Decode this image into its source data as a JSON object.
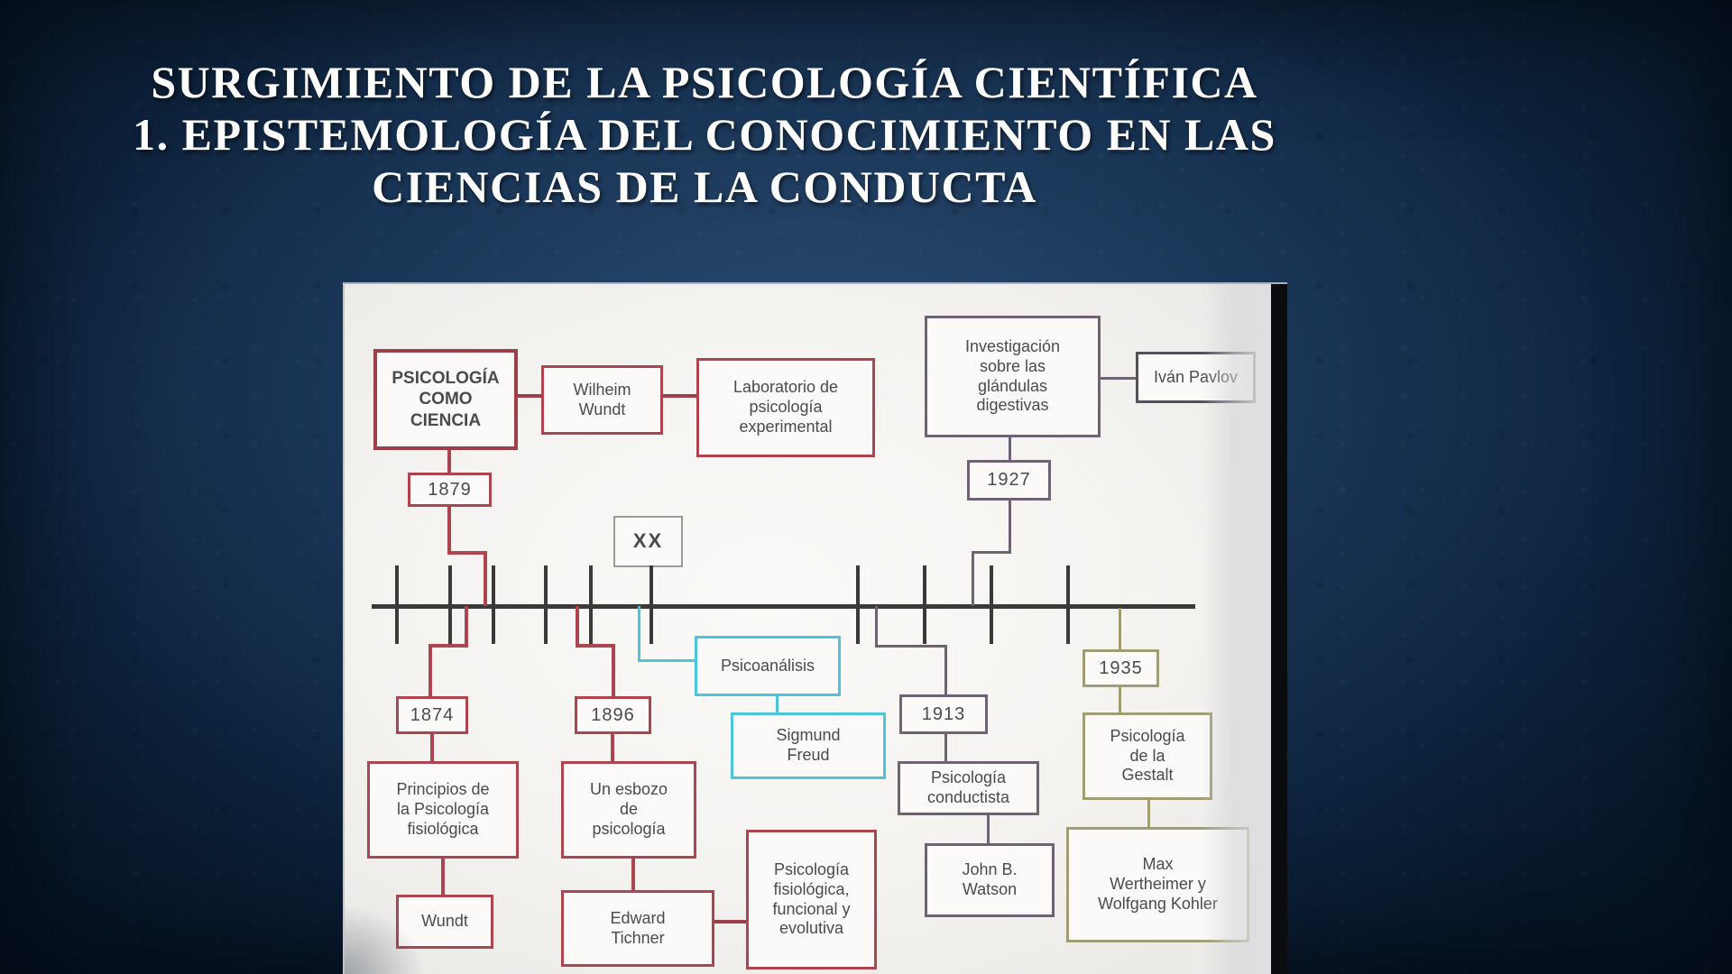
{
  "slide": {
    "title_lines": [
      "SURGIMIENTO DE LA PSICOLOGÍA CIENTÍFICA",
      "1. EPISTEMOLOGÍA DEL CONOCIMIENTO EN LAS",
      "CIENCIAS DE LA CONDUCTA"
    ]
  },
  "diagram": {
    "boxes": {
      "psicologia_como_ciencia": "PSICOLOGÍA\nCOMO\nCIENCIA",
      "wilheim_wundt": "Wilheim\nWundt",
      "laboratorio": "Laboratorio de\npsicología\nexperimental",
      "investigacion": "Investigación\nsobre las\nglándulas\ndigestivas",
      "ivan_pavlov": "Iván Pavlov",
      "siglo_xx": "XX",
      "psicoanalisis": "Psicoanálisis",
      "sigmund_freud": "Sigmund\nFreud",
      "principios": "Principios de\nla Psicología\nfisiológica",
      "wundt": "Wundt",
      "un_esbozo": "Un esbozo\nde\npsicología",
      "edward_tichner": "Edward\nTichner",
      "psicologia_fisiologica": "Psicología\nfisiológica,\nfuncional y\nevolutiva",
      "psicologia_conductista": "Psicología\nconductista",
      "john_watson": "John B.\nWatson",
      "psicologia_gestalt": "Psicología\nde la\nGestalt",
      "max_wertheimer": "Max\nWertheimer y\nWolfgang Kohler"
    },
    "years": {
      "y1879": "1879",
      "y1927": "1927",
      "y1874": "1874",
      "y1896": "1896",
      "y1913": "1913",
      "y1935": "1935"
    },
    "colors": {
      "red": "#ad4550",
      "red-dark": "#9d3f49",
      "purple": "#6e6273",
      "darkgray": "#55505a",
      "cyan": "#4cc5d9",
      "olive": "#a09c74",
      "gray": "#9b9b93",
      "line": "#3a3a3a"
    }
  }
}
